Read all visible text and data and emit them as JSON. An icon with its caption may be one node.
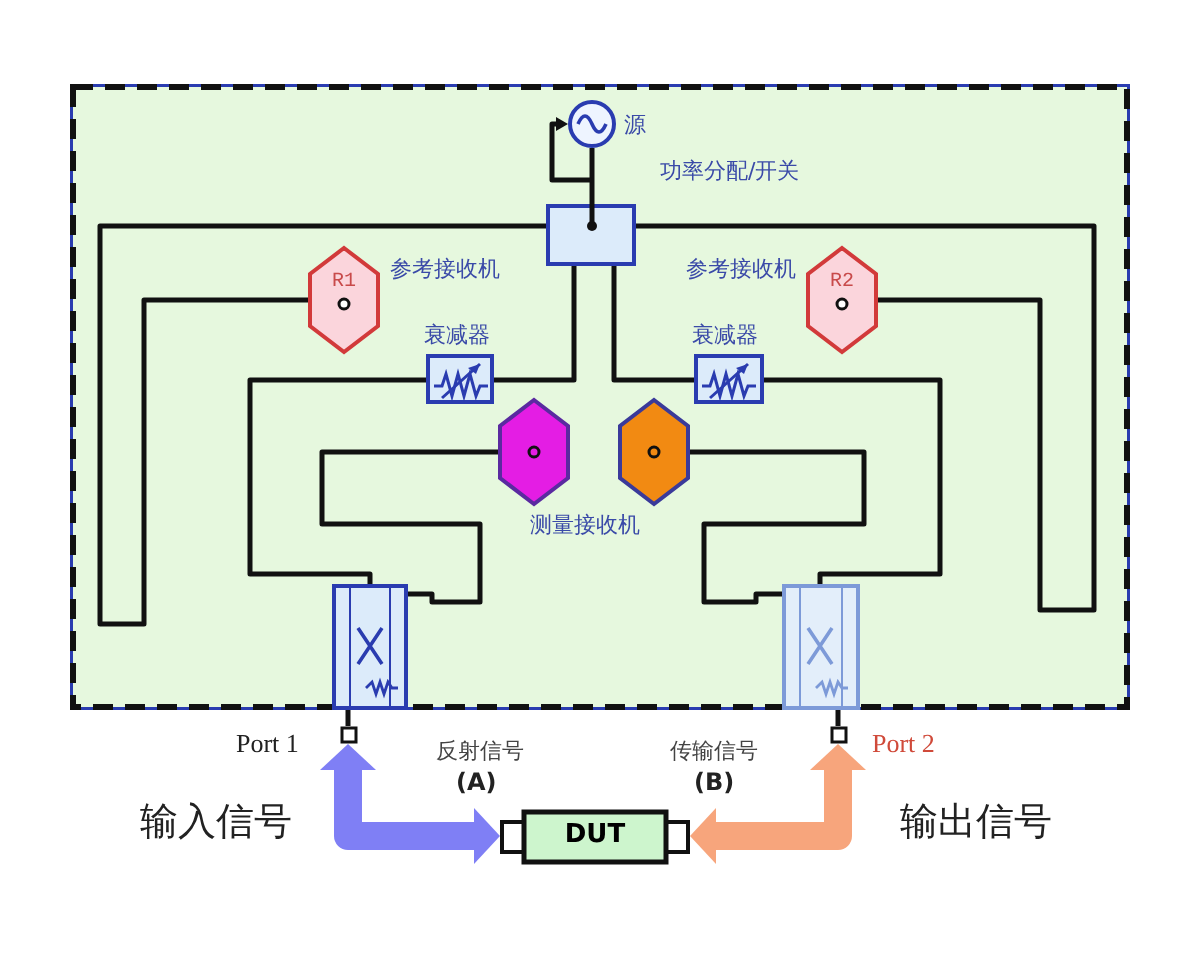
{
  "diagram": {
    "nodes": [
      {
        "text": [],
        "shape": "box"
      },
      {
        "text": [],
        "shape": "circle",
        "beside": [
          "源"
        ],
        "in": 0
      },
      {
        "text": [],
        "shape": "box",
        "beside": [
          "功率分配/开关"
        ],
        "in": 0
      },
      {
        "text": [
          "R1"
        ],
        "beside": [
          "参考接收机"
        ],
        "in": 0
      },
      {
        "text": [
          "R2"
        ],
        "beside": [
          "参考接收机"
        ],
        "in": 0
      },
      {
        "text": [],
        "shape": "box",
        "beside": [
          "衰减器"
        ],
        "in": 0
      },
      {
        "text": [],
        "shape": "box",
        "beside": [
          "衰减器"
        ],
        "in": 0
      },
      {
        "text": [],
        "shape": "hexagon",
        "in": 0
      },
      {
        "text": [],
        "shape": "hexagon",
        "in": 0
      },
      {
        "text": [],
        "shape": "box",
        "in": 0
      },
      {
        "text": [],
        "shape": "box",
        "in": 0
      },
      {
        "text": [],
        "shape": "box",
        "beside": [
          "Port 1"
        ]
      },
      {
        "text": [],
        "shape": "box",
        "beside": [
          "Port 2"
        ]
      },
      {
        "text": [
          "DUT"
        ]
      }
    ],
    "edges": [
      {
        "from": 1,
        "to": 2,
        "arrow": "none"
      },
      {
        "from": null,
        "to": 1,
        "arrow": "to"
      },
      {
        "from": 2,
        "to": 3,
        "arrow": "none"
      },
      {
        "from": 2,
        "to": 4,
        "arrow": "none"
      },
      {
        "from": 2,
        "to": 5,
        "arrow": "none"
      },
      {
        "from": 2,
        "to": 6,
        "arrow": "none"
      },
      {
        "from": 5,
        "to": 9,
        "arrow": "none"
      },
      {
        "from": 6,
        "to": 10,
        "arrow": "none"
      },
      {
        "from": 9,
        "to": 7,
        "arrow": "none"
      },
      {
        "from": 10,
        "to": 8,
        "arrow": "none"
      },
      {
        "from": 9,
        "to": 11,
        "arrow": "none"
      },
      {
        "from": 10,
        "to": 12,
        "arrow": "none"
      },
      {
        "from": 11,
        "to": 13,
        "arrow": "both",
        "style": "thick",
        "color": "#7f7ff5"
      },
      {
        "from": 12,
        "to": 13,
        "arrow": "both",
        "style": "thick",
        "color": "#f7a57c"
      }
    ],
    "labels": [
      "测量接收机",
      "反射信号",
      "(A)",
      "传输信号",
      "(B)",
      "输入信号",
      "输出信号"
    ]
  }
}
